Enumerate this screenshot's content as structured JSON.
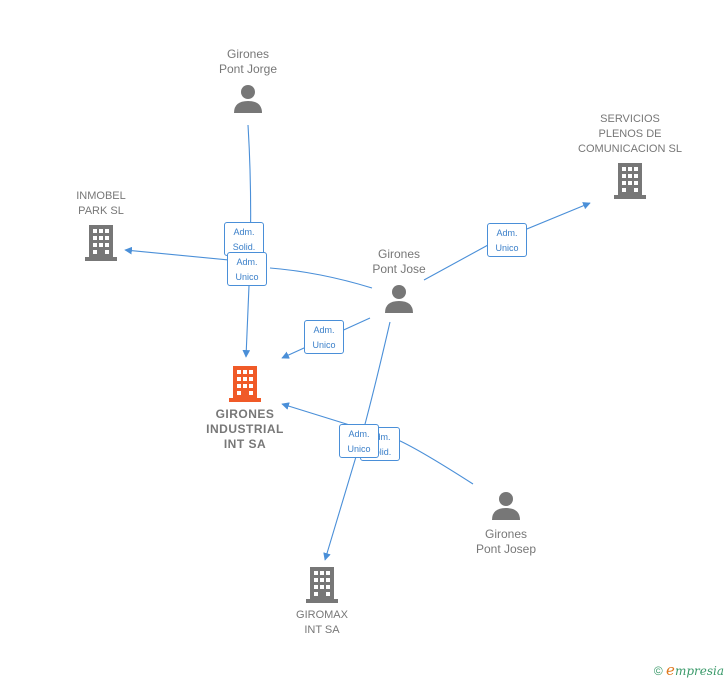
{
  "people": {
    "jorge": {
      "line1": "Girones",
      "line2": "Pont Jorge"
    },
    "jose": {
      "line1": "Girones",
      "line2": "Pont Jose"
    },
    "josep": {
      "line1": "Girones",
      "line2": "Pont Josep"
    }
  },
  "companies": {
    "servicios": {
      "line1": "SERVICIOS",
      "line2": "PLENOS DE",
      "line3": "COMUNICACION SL"
    },
    "inmobel": {
      "line1": "INMOBEL",
      "line2": "PARK SL"
    },
    "girones": {
      "line1": "GIRONES",
      "line2": "INDUSTRIAL",
      "line3": "INT SA"
    },
    "giromax": {
      "line1": "GIROMAX",
      "line2": "INT SA"
    }
  },
  "relations": {
    "r1": {
      "line1": "Adm.",
      "line2": "Solid."
    },
    "r2": {
      "line1": "Adm.",
      "line2": "Unico"
    },
    "r3": {
      "line1": "Adm.",
      "line2": "Unico"
    },
    "r4": {
      "line1": "Adm.",
      "line2": "Unico"
    },
    "r5": {
      "line1": "Adm.",
      "line2": "Solid."
    },
    "r6": {
      "line1": "Adm.",
      "line2": "Unico"
    }
  },
  "footer": {
    "copyright": "©",
    "brand_first": "e",
    "brand_rest": "mpresia"
  },
  "colors": {
    "edge": "#4a8fd8",
    "icon_gray": "#777777",
    "icon_main": "#f05a28"
  }
}
